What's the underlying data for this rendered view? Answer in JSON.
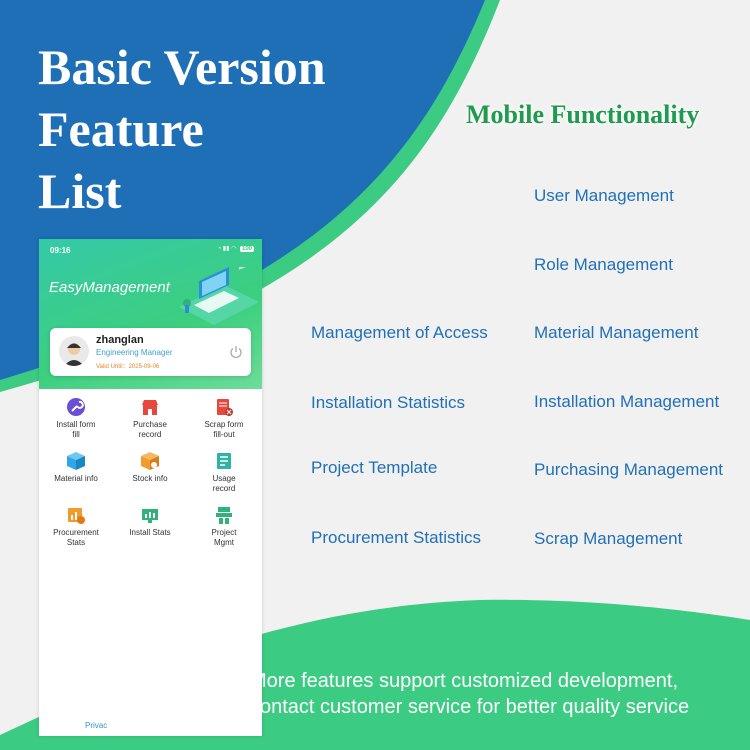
{
  "title_lines": [
    "Basic Version",
    "Feature",
    "List"
  ],
  "subtitle": "Mobile Functionality",
  "features": {
    "left": [
      "Management of Access",
      "Installation Statistics",
      "Project Template",
      "Procurement Statistics"
    ],
    "right": [
      "User Management",
      "Role Management",
      "Material Management",
      "Installation Management",
      "Purchasing Management",
      "Scrap Management"
    ]
  },
  "footer": [
    "More features support customized development,",
    "contact customer service for better quality service"
  ],
  "colors": {
    "blue": "#1e6fb5",
    "green": "#3ccb82",
    "feature_text": "#2170b6",
    "subtitle": "#1f9a4f"
  },
  "phone": {
    "status_time": "09:16",
    "status_battery": "100",
    "app_name": "EasyManagement",
    "user": {
      "name": "zhanglan",
      "role": "Engineering Manager",
      "valid": "Valid Until：2025-09-06"
    },
    "grid": [
      {
        "label1": "Install form",
        "label2": "fill",
        "icon": "wrench-icon",
        "color": "#6a4fd6"
      },
      {
        "label1": "Purchase",
        "label2": "record",
        "icon": "shop-icon",
        "color": "#e8473d"
      },
      {
        "label1": "Scrap form",
        "label2": "fill-out",
        "icon": "scrap-form-icon",
        "color": "#e8473d"
      },
      {
        "label1": "Material info",
        "label2": "",
        "icon": "box-icon",
        "color": "#2fa6e6"
      },
      {
        "label1": "Stock info",
        "label2": "",
        "icon": "stock-icon",
        "color": "#f29a2e"
      },
      {
        "label1": "Usage",
        "label2": "record",
        "icon": "usage-record-icon",
        "color": "#2fb3a4"
      },
      {
        "label1": "Procurement",
        "label2": "Stats",
        "icon": "procurement-stats-icon",
        "color": "#f29a2e"
      },
      {
        "label1": "Install Stats",
        "label2": "",
        "icon": "install-stats-icon",
        "color": "#2fb37a"
      },
      {
        "label1": "Project",
        "label2": "Mgmt",
        "icon": "project-icon",
        "color": "#2fb37a"
      }
    ],
    "privacy": "Privac"
  }
}
